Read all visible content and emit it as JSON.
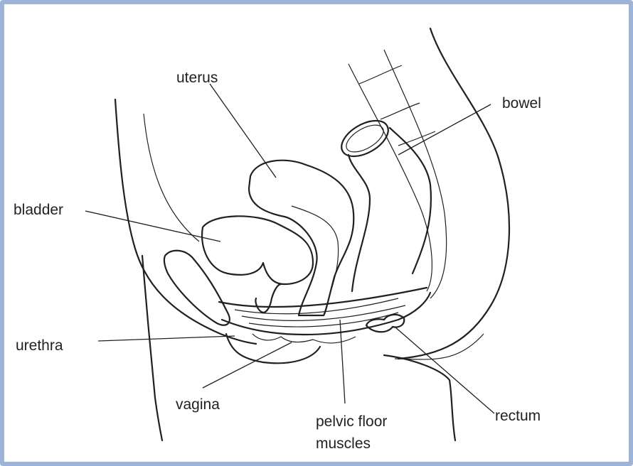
{
  "labels": {
    "uterus": "uterus",
    "bowel": "bowel",
    "bladder": "bladder",
    "urethra": "urethra",
    "vagina": "vagina",
    "pelvic_floor_line1": "pelvic floor",
    "pelvic_floor_line2": "muscles",
    "rectum": "rectum"
  },
  "colors": {
    "frame": "#9db4d6",
    "ink": "#231f20",
    "background": "#ffffff"
  }
}
